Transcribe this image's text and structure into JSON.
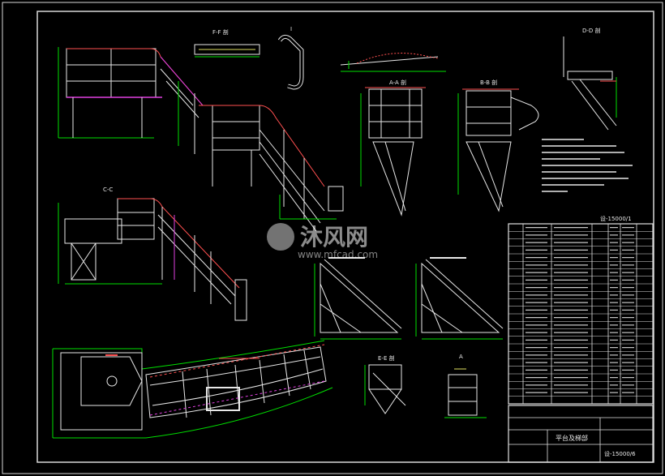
{
  "drawing": {
    "section_ff": "F-F 剖",
    "section_dd": "D-D 剖",
    "section_aa": "A-A 剖",
    "section_bb": "B-B 剖",
    "section_cc": "C-C",
    "section_ee": "E-E 剖",
    "section_a": "A",
    "label_i": "I",
    "drawing_code_main": "设-15000/1",
    "drawing_code_title": "设-15000/6",
    "title_name": "平台及梯部",
    "colors": {
      "green": "#00e000",
      "white": "#e8e8e8",
      "yellow": "#e0e060",
      "magenta": "#e040e0",
      "red": "#ff3030",
      "cyan": "#40e0e0",
      "border": "#e0e0e0"
    }
  },
  "watermark": {
    "brand": "沐风网",
    "url": "www.mfcad.com"
  }
}
